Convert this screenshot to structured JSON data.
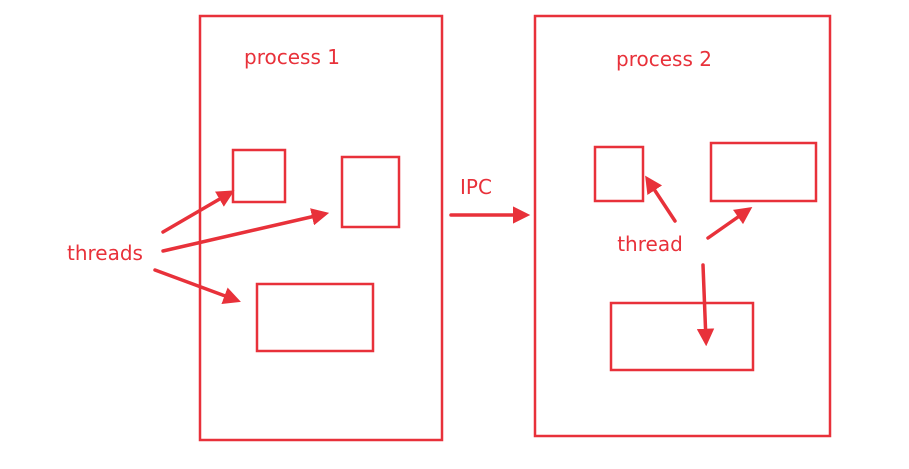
{
  "diagram": {
    "process1": {
      "label": "process 1"
    },
    "process2": {
      "label": "process 2"
    },
    "ipc_label": "IPC",
    "threads_label": "threads",
    "thread_label": "thread"
  },
  "colors": {
    "stroke": "#e8313a",
    "text": "#e8313a",
    "background": "#ffffff"
  }
}
